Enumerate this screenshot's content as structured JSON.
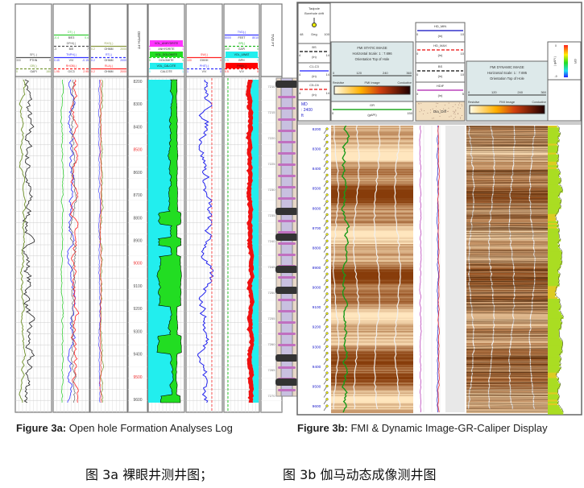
{
  "figure_a": {
    "caption_prefix": "Figure 3a:",
    "caption_text": " Open hole Formation Analyses Log",
    "tracks": [
      {
        "curves": [
          {
            "name": "SP(..)",
            "left": "300",
            "unit": "PTHN",
            "right": "0",
            "color": "#555555"
          },
          {
            "name": "GR(.)",
            "left": "0",
            "unit": "GAPI",
            "right": "150",
            "color": "#7a9a3a"
          }
        ]
      },
      {
        "curves": [
          {
            "name": "DT(..)",
            "left": "-0.4",
            "unit": "B/E3",
            "right": "0.4",
            "color": "#33cc33"
          },
          {
            "name": "DPHI(.)",
            "left": "-3",
            "unit": "B/E",
            "right": "7",
            "color": "#555555"
          },
          {
            "name": "TNPH(.)",
            "left": "0.45",
            "unit": "V/V",
            "right": "-0.15",
            "color": "#3333ff"
          },
          {
            "name": "RHOB(.)",
            "left": "1.95",
            "unit": "G/C3",
            "right": "2.95",
            "color": "#ff2222"
          }
        ]
      },
      {
        "curves": [
          {
            "name": "RXO(.)",
            "left": "0.2",
            "unit": "OHMM",
            "right": "2000",
            "color": "#8a9a40"
          },
          {
            "name": "RT(.)",
            "left": "0.2",
            "unit": "OHMM",
            "right": "2000",
            "color": "#3333ff"
          },
          {
            "name": "RLA(.)",
            "left": "0.2",
            "unit": "OHMM",
            "right": "2000",
            "color": "#ff2222"
          }
        ]
      },
      {
        "label": "DEPTH FT"
      },
      {
        "curves": [
          {
            "name": "VOL_ANHYDRITE",
            "left": "0",
            "unit": "ANHYDRITE",
            "right": "1",
            "color": "#ff33ff"
          },
          {
            "name": "VOL_DOLOMITE",
            "left": "0",
            "unit": "DOLOMITE",
            "right": "1",
            "color": "#22dd22"
          },
          {
            "name": "VOL_CALCITE",
            "left": "0",
            "unit": "CALCITE",
            "right": "1",
            "color": "#22eeee"
          }
        ]
      },
      {
        "curves": [
          {
            "name": "SW(.)",
            "left": "100",
            "unit": "EHHH",
            "right": "0",
            "color": "#ff2222"
          },
          {
            "name": "PHIT(.)",
            "left": "1",
            "unit": "V/V",
            "right": "0",
            "color": "#3333ff"
          }
        ]
      },
      {
        "curves": [
          {
            "name": "TVD(.)",
            "left": "8000",
            "unit": "FEET",
            "right": "8010",
            "color": "#3333ff"
          },
          {
            "name": "GR(.)",
            "left": "100",
            "unit": "GAPI",
            "right": "0",
            "color": "#22bb22"
          },
          {
            "name": "VOL_UWAT",
            "left": "0.5",
            "unit": "BPH",
            "right": "0",
            "color": "#22eeee"
          },
          {
            "name": "PHIE(.)",
            "left": "0.5",
            "unit": "V/V",
            "right": "0",
            "color": "#ff0000"
          }
        ]
      },
      {
        "label": "TVD FT"
      }
    ],
    "depths": [
      "8200",
      "8300",
      "8400",
      "8500",
      "8600",
      "8700",
      "8800",
      "8900",
      "9000",
      "9100",
      "9200",
      "9300",
      "9400",
      "9500",
      "9600"
    ],
    "tvd": [
      "7210",
      "7215",
      "7220",
      "7225",
      "7230",
      "7235",
      "7240",
      "7245",
      "7250",
      "7255",
      "7260",
      "7265",
      "7270"
    ]
  },
  "figure_b": {
    "caption_prefix": "Figure 3b:",
    "caption_text": " FMI & Dynamic Image-GR-Caliper Display",
    "tadpole": {
      "title1": "Tadpole",
      "title2": "Borehole drift",
      "left": "48",
      "unit": "Deg",
      "right": "100"
    },
    "bs": {
      "name": "BS",
      "left": "4",
      "unit": "(in)",
      "right": "14"
    },
    "c1c3": {
      "name": "C1-C3",
      "left": "4",
      "unit": "(in)",
      "right": "14"
    },
    "c5c6": {
      "name": "C5-C6",
      "left": "4",
      "unit": "(in)",
      "right": "14"
    },
    "md": {
      "label1": "MD",
      "label2": ": 2400",
      "label3": "ft"
    },
    "static": {
      "title": "FMI STATIC IMAGE",
      "scale": "Horizontal Scale: 1 : 7.696",
      "orient": "Orientation Top of Hole",
      "ticks": [
        "0",
        "120",
        "240",
        "360"
      ],
      "resistive": "Resistive",
      "image": "FMI Image",
      "conductive": "Conductive"
    },
    "gr": {
      "name": "GR",
      "left": "0",
      "unit": "(gAPI)",
      "right": "150"
    },
    "hd_min": {
      "name": "HD_MIN",
      "left": "0",
      "unit": "(in)",
      "right": "10"
    },
    "hd_max": {
      "name": "HD_MAX",
      "left": "0",
      "unit": "(in)",
      "right": "10"
    },
    "bs2": {
      "name": "BS",
      "left": "0",
      "unit": "(in)",
      "right": "10"
    },
    "hdif": {
      "name": "HDIF",
      "left": "0",
      "unit": "(in)",
      "right": "5"
    },
    "dia_diff": "Dia_Diff",
    "dynamic": {
      "title": "FMI DYNAMIC IMAGE",
      "scale": "Horizontal Scale: 1 : 7.695",
      "orient": "Orientation Top of Hole",
      "ticks": [
        "0",
        "120",
        "240",
        "360"
      ],
      "resistive": "Resistive",
      "image": "FMI Image",
      "conductive": "Conductive"
    },
    "colorbar": {
      "unit": "( gAPI )",
      "top": "0",
      "bottom": "-9",
      "name": "GR"
    },
    "depths": [
      "8200",
      "8300",
      "8400",
      "8500",
      "8600",
      "8700",
      "8800",
      "8900",
      "9000",
      "9100",
      "9200",
      "9300",
      "9400",
      "9500",
      "9600"
    ]
  },
  "chinese_caption_a": "图 3a 裸眼井测井图；",
  "chinese_caption_b": "图 3b 伽马动态成像测井图"
}
